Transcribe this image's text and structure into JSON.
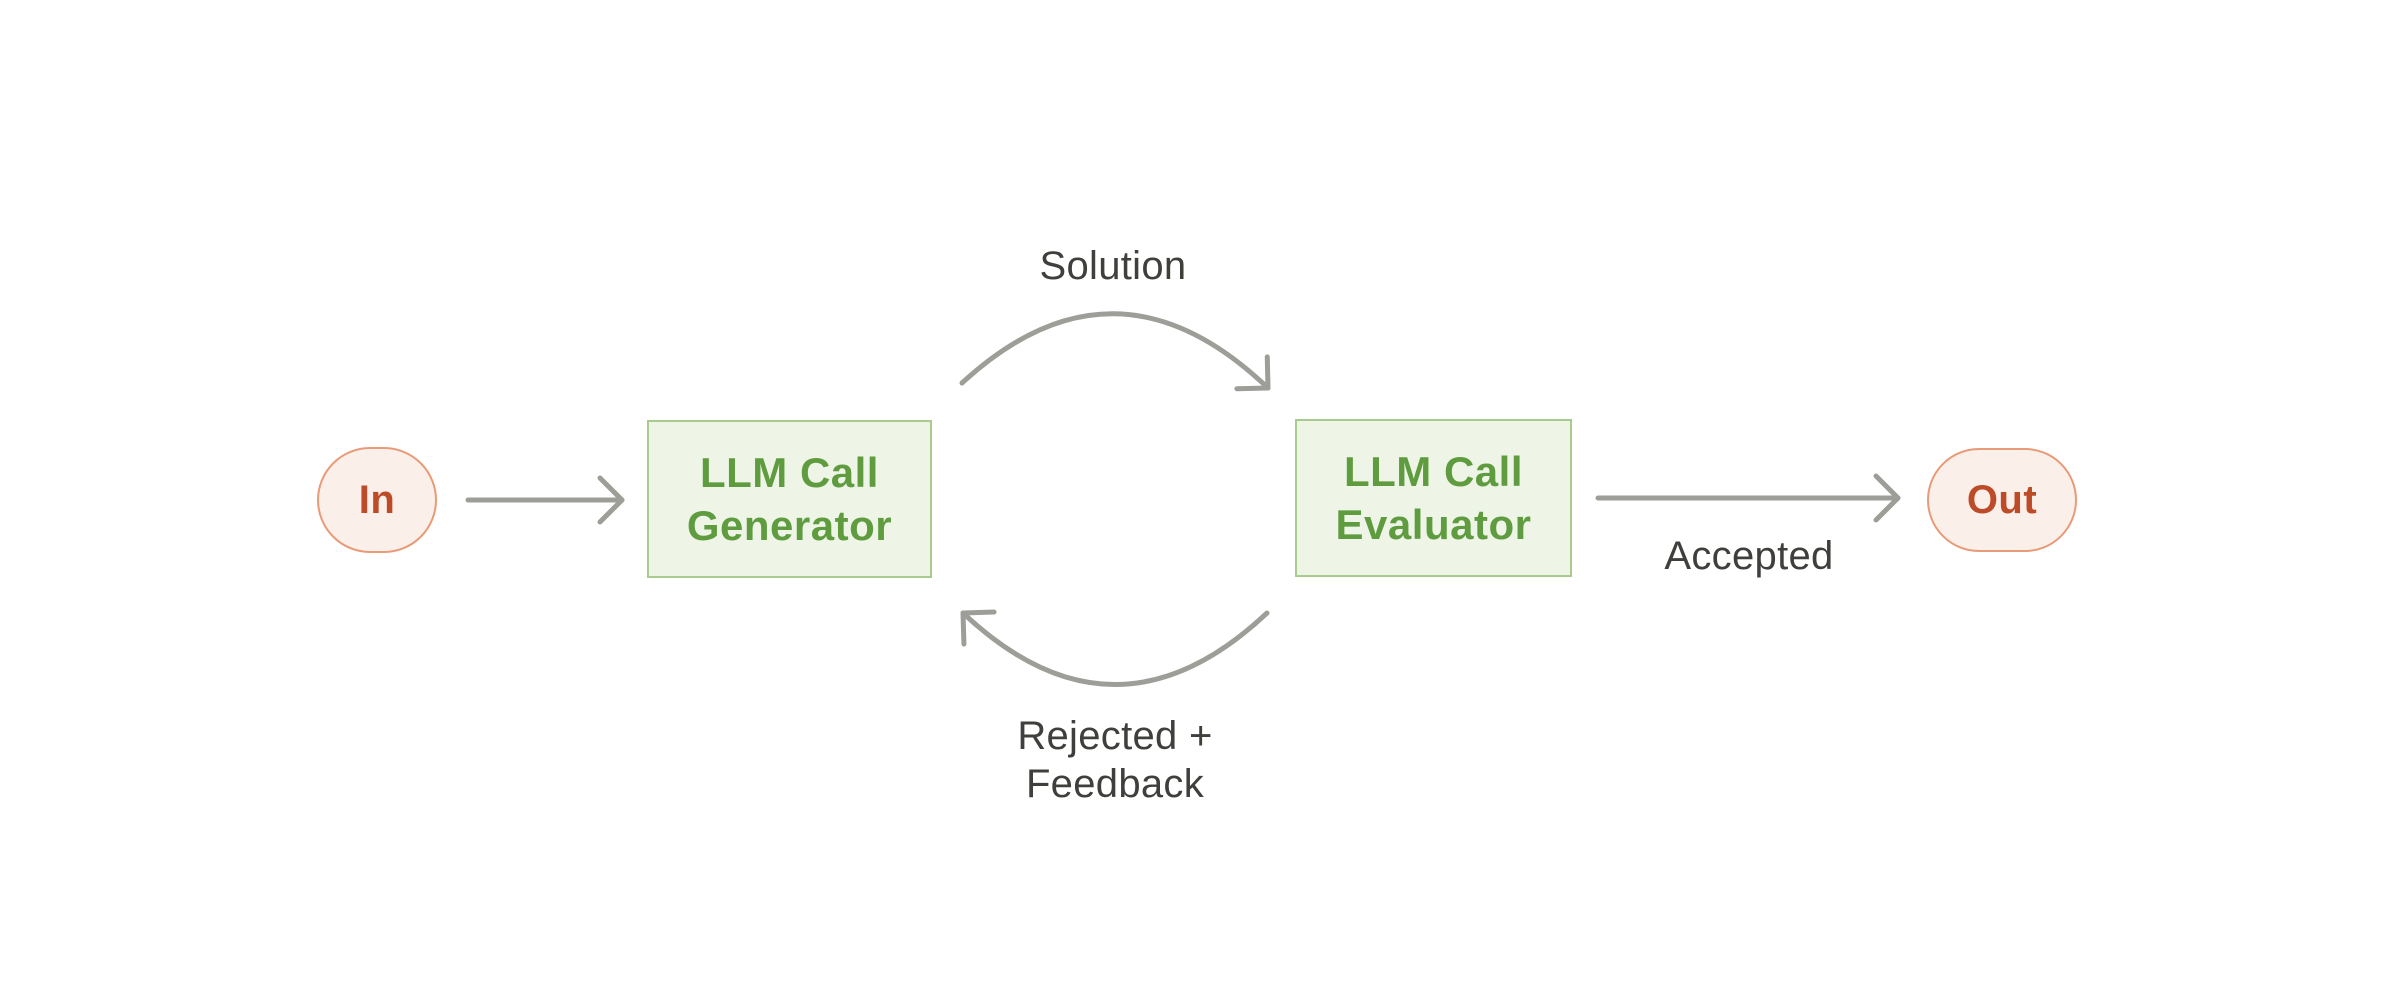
{
  "colors": {
    "background": "#ffffff",
    "arrow": "#9e9e98",
    "label-text": "#3f3f3c",
    "node-green-bg": "#eef5e7",
    "node-green-border": "#a9cc8e",
    "node-green-text": "#5f9c3f",
    "node-pink-bg": "#fbefea",
    "node-pink-border": "#e89b78",
    "node-pink-text": "#bd4b27"
  },
  "nodes": {
    "in": {
      "label": "In",
      "shape": "pill"
    },
    "generator": {
      "label": "LLM Call\nGenerator",
      "shape": "box"
    },
    "evaluator": {
      "label": "LLM Call\nEvaluator",
      "shape": "box"
    },
    "out": {
      "label": "Out",
      "shape": "pill"
    }
  },
  "edges": {
    "in_to_generator": {
      "from": "in",
      "to": "generator",
      "label": ""
    },
    "generator_to_evaluator": {
      "from": "generator",
      "to": "evaluator",
      "label": "Solution"
    },
    "evaluator_to_generator": {
      "from": "evaluator",
      "to": "generator",
      "label": "Rejected +\nFeedback"
    },
    "evaluator_to_out": {
      "from": "evaluator",
      "to": "out",
      "label": "Accepted"
    }
  }
}
